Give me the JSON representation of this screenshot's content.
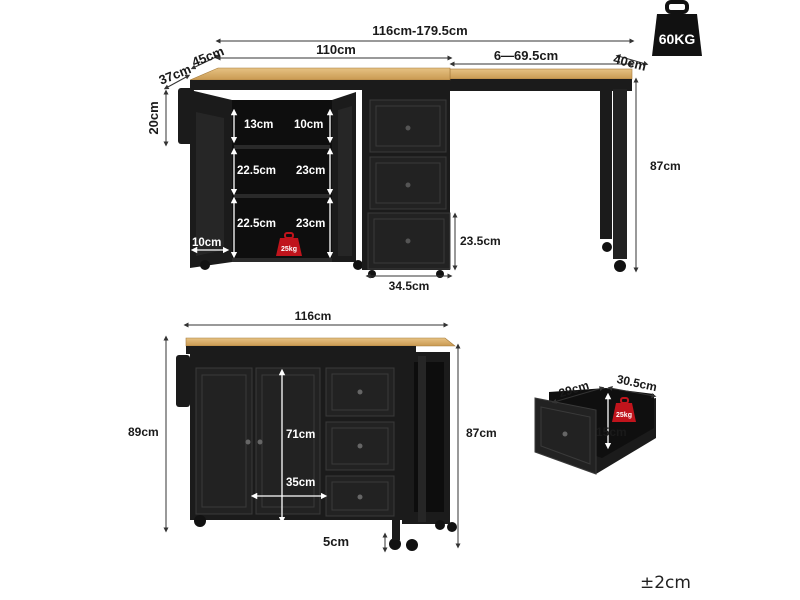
{
  "weight": {
    "label": "60KG",
    "icon": "weight-icon"
  },
  "top_view": {
    "overall_length": "116cm-179.5cm",
    "top_depth": "45cm",
    "side_depth": "37cm",
    "main_length": "110cm",
    "extension_length": "6—69.5cm",
    "extension_depth": "40cm",
    "rack_height": "20cm",
    "shelf_gap_top_left": "13cm",
    "shelf_gap_top_right": "10cm",
    "shelf_gap_mid_left": "22.5cm",
    "shelf_gap_mid_right": "23cm",
    "shelf_gap_bot_left": "22.5cm",
    "shelf_gap_bot_right": "23cm",
    "door_rack_depth": "10cm",
    "shelf_load": "25kg",
    "drawer_height": "23.5cm",
    "drawer_width": "34.5cm",
    "total_height": "87cm"
  },
  "front_view": {
    "width": "116cm",
    "height_with_rack": "89cm",
    "cabinet_inner_height": "71cm",
    "cabinet_inner_width": "35cm",
    "height": "87cm",
    "caster_height": "5cm"
  },
  "drawer_detail": {
    "depth": "29cm",
    "width": "30.5cm",
    "height": "15cm",
    "load": "25kg"
  },
  "tolerance": "±2cm",
  "colors": {
    "body": "#1b1b1b",
    "wood": "#d9b16e",
    "load_badge": "#c0141c"
  }
}
